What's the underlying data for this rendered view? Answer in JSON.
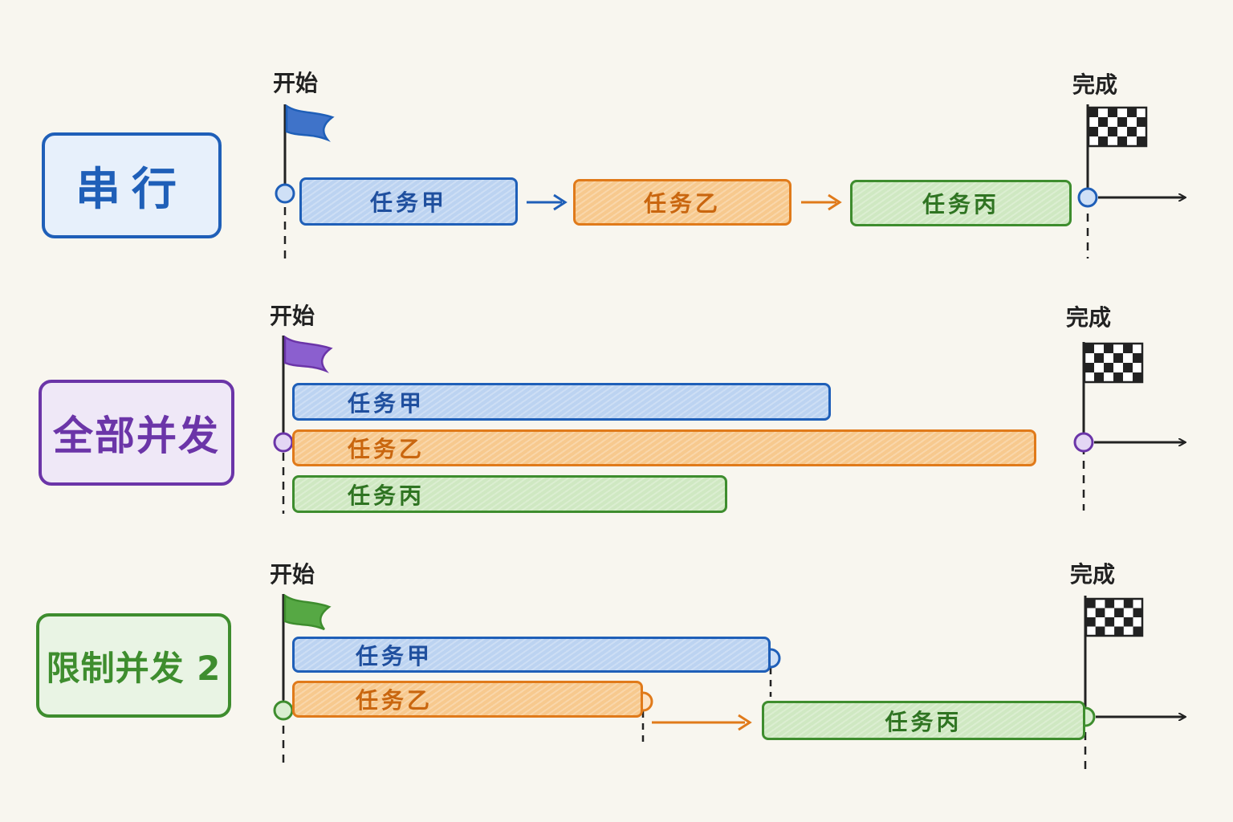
{
  "rows": [
    {
      "mode": "串行",
      "start_label": "开始",
      "finish_label": "完成",
      "accent": "#1f5fb8",
      "tasks": [
        {
          "name": "任务甲",
          "color": "blue"
        },
        {
          "name": "任务乙",
          "color": "orange"
        },
        {
          "name": "任务丙",
          "color": "green"
        }
      ]
    },
    {
      "mode": "全部并发",
      "start_label": "开始",
      "finish_label": "完成",
      "accent": "#6b35a8",
      "tasks": [
        {
          "name": "任务甲",
          "color": "blue"
        },
        {
          "name": "任务乙",
          "color": "orange"
        },
        {
          "name": "任务丙",
          "color": "green"
        }
      ]
    },
    {
      "mode": "限制并发 2",
      "start_label": "开始",
      "finish_label": "完成",
      "accent": "#3e8d2e",
      "tasks": [
        {
          "name": "任务甲",
          "color": "blue"
        },
        {
          "name": "任务乙",
          "color": "orange"
        },
        {
          "name": "任务丙",
          "color": "green"
        }
      ]
    }
  ],
  "colors": {
    "blue": "#1f5fb8",
    "orange": "#e07a1a",
    "green": "#3e8d2e",
    "purple": "#6b35a8",
    "ink": "#222222"
  }
}
